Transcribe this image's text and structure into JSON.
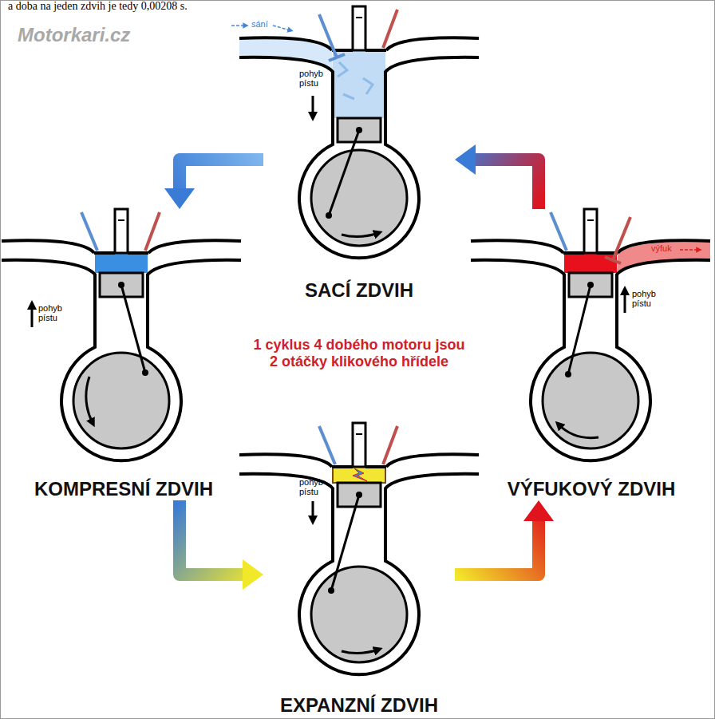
{
  "diagram": {
    "nodes": [
      {
        "text": [
          "SACÍ ZDVIH"
        ]
      },
      {
        "text": [
          "KOMPRESNÍ ZDVIH"
        ]
      },
      {
        "text": [
          "VÝFUKOVÝ ZDVIH"
        ]
      },
      {
        "text": [
          "EXPANZNÍ ZDVIH"
        ]
      }
    ],
    "edges": [
      {
        "from": 0,
        "to": 1,
        "arrow": "to"
      },
      {
        "from": 1,
        "to": 3,
        "arrow": "to"
      },
      {
        "from": 3,
        "to": 2,
        "arrow": "to"
      },
      {
        "from": 2,
        "to": 0,
        "arrow": "to"
      }
    ],
    "labels": [
      "a doba na jeden zdvih je tedy 0,00208 s.",
      "Motorkari.cz",
      "sání",
      "výfuk",
      "pohyb pístu",
      "pohyb pístu",
      "pohyb pístu",
      "pohyb pístu",
      "1 cyklus 4 dobého motoru jsou 2 otáčky klikového hřídele"
    ]
  }
}
